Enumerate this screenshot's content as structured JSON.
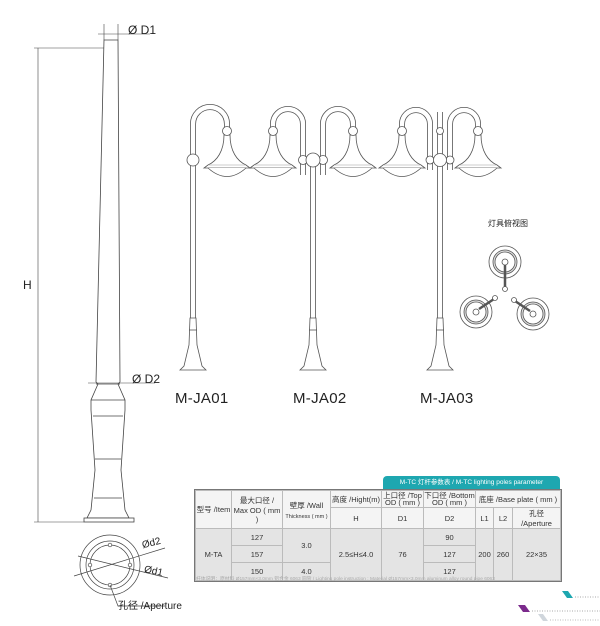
{
  "dimensions": {
    "d1": "Ø D1",
    "d2": "Ø D2",
    "h": "H",
    "small_d1": "Ød1",
    "small_d2": "Ød2",
    "aperture": "孔径 /Aperture"
  },
  "models": [
    "M-JA01",
    "M-JA02",
    "M-JA03"
  ],
  "top_view_title": "灯具俯视图",
  "table": {
    "title": "M-TC 灯杆参数表 / M-TC lighting poles parameter",
    "headers": {
      "item": "型号 /Item",
      "max_od_1": "最大口径 /",
      "max_od_2": "Max OD ( mm )",
      "wall_1": "壁厚 /Wall",
      "wall_2": "Thickness ( mm )",
      "height": "高度 /Hight(m)",
      "top_od_1": "上口径 /Top",
      "top_od_2": "OD ( mm )",
      "bottom_od_1": "下口径 /Bottom",
      "bottom_od_2": "OD ( mm )",
      "base_plate": "底座 /Base plate ( mm )",
      "h": "H",
      "d1": "D1",
      "d2": "D2",
      "l1": "L1",
      "l2": "L2",
      "aperture": "孔径 /Aperture"
    },
    "item": "M-TA",
    "max_od": [
      "127",
      "157",
      "150"
    ],
    "wall": [
      "3.0",
      "4.0"
    ],
    "height": "2.5≤H≤4.0",
    "top_od": "76",
    "bottom_od": [
      "90",
      "127",
      "127"
    ],
    "l1": "200",
    "l2": "260",
    "aperture": "22×35"
  },
  "note": "杆体说明：原材料 Ø157mm×3.0mm 铝合金 6063 圆管 / Lighting pole instruction : Material Ø157mm×3.0mm aluminum alloy round pipe 6063",
  "colors": {
    "teal": "#1ea7b0",
    "purple": "#7b2a8c",
    "gray": "#d0d6dc"
  }
}
